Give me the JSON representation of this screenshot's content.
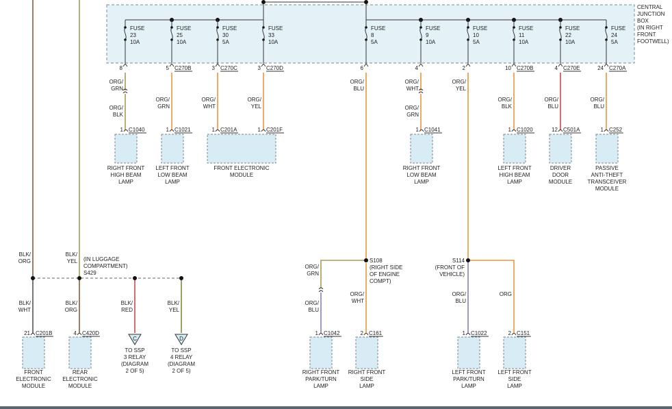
{
  "colors": {
    "orange": "#e8943c",
    "olive": "#a89a52",
    "brown": "#8a5a3c",
    "red": "#c94a4a",
    "blue_purple": "#8f7bb8",
    "olive_green": "#7e8a3a",
    "junction_fill": "#e4f2f7",
    "component_fill": "#d7ecf4"
  },
  "junction_box": {
    "label": [
      "CENTRAL",
      "JUNCTION",
      "BOX",
      "(IN RIGHT",
      "FRONT",
      "FOOTWELL)"
    ]
  },
  "fuses": [
    {
      "word": "FUSE",
      "number": "23",
      "rating": "10A"
    },
    {
      "word": "FUSE",
      "number": "25",
      "rating": "10A"
    },
    {
      "word": "FUSE",
      "number": "30",
      "rating": "5A"
    },
    {
      "word": "FUSE",
      "number": "33",
      "rating": "10A"
    },
    {
      "word": "FUSE",
      "number": "8",
      "rating": "5A"
    },
    {
      "word": "FUSE",
      "number": "9",
      "rating": "10A"
    },
    {
      "word": "FUSE",
      "number": "10",
      "rating": "5A"
    },
    {
      "word": "FUSE",
      "number": "11",
      "rating": "10A"
    },
    {
      "word": "FUSE",
      "number": "22",
      "rating": "10A"
    },
    {
      "word": "FUSE",
      "number": "24",
      "rating": "5A"
    }
  ],
  "cjb_pins": [
    {
      "pin": "8",
      "connector": ""
    },
    {
      "pin": "5",
      "connector": "C270B"
    },
    {
      "pin": "3",
      "connector": "C270C"
    },
    {
      "pin": "3",
      "connector": "C270D"
    },
    {
      "pin": "6",
      "connector": ""
    },
    {
      "pin": "4",
      "connector": ""
    },
    {
      "pin": "2",
      "connector": ""
    },
    {
      "pin": "10",
      "connector": "C270B"
    },
    {
      "pin": "4",
      "connector": "C270E"
    },
    {
      "pin": "24",
      "connector": "C270A"
    }
  ],
  "wire_labels": {
    "f23_top": [
      "ORG/",
      "GRN"
    ],
    "f23_bottom": [
      "ORG/",
      "BLK"
    ],
    "f25": [
      "ORG/",
      "GRN"
    ],
    "f30": [
      "ORG/",
      "WHT"
    ],
    "f33": [
      "ORG/",
      "YEL"
    ],
    "f8": [
      "ORG/",
      "BLU"
    ],
    "f9_top": [
      "ORG/",
      "WHT"
    ],
    "f9_bottom": [
      "ORG/",
      "GRN"
    ],
    "f10": [
      "ORG/",
      "YEL"
    ],
    "f11": [
      "ORG/",
      "BLK"
    ],
    "f22": [
      "ORG/",
      "BLU"
    ],
    "f24": [
      "ORG/",
      "BLU"
    ],
    "s108_left_top": [
      "ORG/",
      "GRN"
    ],
    "s108_left_bottom": [
      "ORG/",
      "BLU"
    ],
    "s108_right": [
      "ORG/",
      "WHT"
    ],
    "s114_left": [
      "ORG/",
      "BLU"
    ],
    "s114_right": [
      "ORG"
    ],
    "blk_org_top": [
      "BLK/",
      "ORG"
    ],
    "blk_yel_top": [
      "BLK/",
      "YEL"
    ],
    "blk_wht": [
      "BLK/",
      "WHT"
    ],
    "blk_org_bottom": [
      "BLK/",
      "ORG"
    ],
    "blk_red": [
      "BLK/",
      "RED"
    ],
    "blk_yel_bottom": [
      "BLK/",
      "YEL"
    ]
  },
  "top_components": [
    {
      "pin": "1",
      "connector": "C1040",
      "label": [
        "RIGHT FRONT",
        "HIGH BEAM",
        "LAMP"
      ]
    },
    {
      "pin": "1",
      "connector": "C1021",
      "label": [
        "LEFT FRONT",
        "LOW BEAM",
        "LAMP"
      ]
    },
    {
      "pin": "1",
      "connector": "C201A",
      "pin2": "1",
      "connector2": "C201F",
      "label": [
        "FRONT ELECTRONIC",
        "MODULE"
      ]
    },
    {
      "pin": "1",
      "connector": "C1041",
      "label": [
        "RIGHT FRONT",
        "LOW BEAM",
        "LAMP"
      ]
    },
    {
      "pin": "1",
      "connector": "C1020",
      "label": [
        "LEFT FRONT",
        "HIGH BEAM",
        "LAMP"
      ]
    },
    {
      "pin": "12",
      "connector": "C501A",
      "label": [
        "DRIVER",
        "DOOR",
        "MODULE"
      ]
    },
    {
      "pin": "1",
      "connector": "C252",
      "label": [
        "PASSIVE",
        "ANTI-THEFT",
        "TRANSCEIVER",
        "MODULE"
      ]
    }
  ],
  "splices": {
    "s108": [
      "S108",
      "(RIGHT SIDE",
      "OF ENGINE",
      "COMPT)"
    ],
    "s114": [
      "S114",
      "(FRONT OF",
      "VEHICLE)"
    ],
    "s429": [
      "(IN LUGGAGE",
      "COMPARTMENT)",
      "S429"
    ]
  },
  "bottom_components": [
    {
      "pin": "1",
      "connector": "C1042",
      "label": [
        "RIGHT FRONT",
        "PARK/TURN",
        "LAMP"
      ]
    },
    {
      "pin": "2",
      "connector": "C161",
      "label": [
        "RIGHT FRONT",
        "SIDE",
        "LAMP"
      ]
    },
    {
      "pin": "1",
      "connector": "C1022",
      "label": [
        "LEFT FRONT",
        "PARK/TURN",
        "LAMP"
      ]
    },
    {
      "pin": "2",
      "connector": "C151",
      "label": [
        "LEFT FRONT",
        "SIDE",
        "LAMP"
      ]
    },
    {
      "pin": "21",
      "connector": "C201B",
      "label": [
        "FRONT",
        "ELECTRONIC",
        "MODULE"
      ]
    },
    {
      "pin": "4",
      "connector": "C420D",
      "label": [
        "REAR",
        "ELECTRONIC",
        "MODULE"
      ]
    }
  ],
  "off_page": [
    {
      "letter": "C",
      "label": [
        "TO SSP",
        "3 RELAY",
        "(DIAGRAM",
        "2 OF 5)"
      ]
    },
    {
      "letter": "D",
      "label": [
        "TO SSP",
        "4 RELAY",
        "(DIAGRAM",
        "2 OF 5)"
      ]
    }
  ]
}
